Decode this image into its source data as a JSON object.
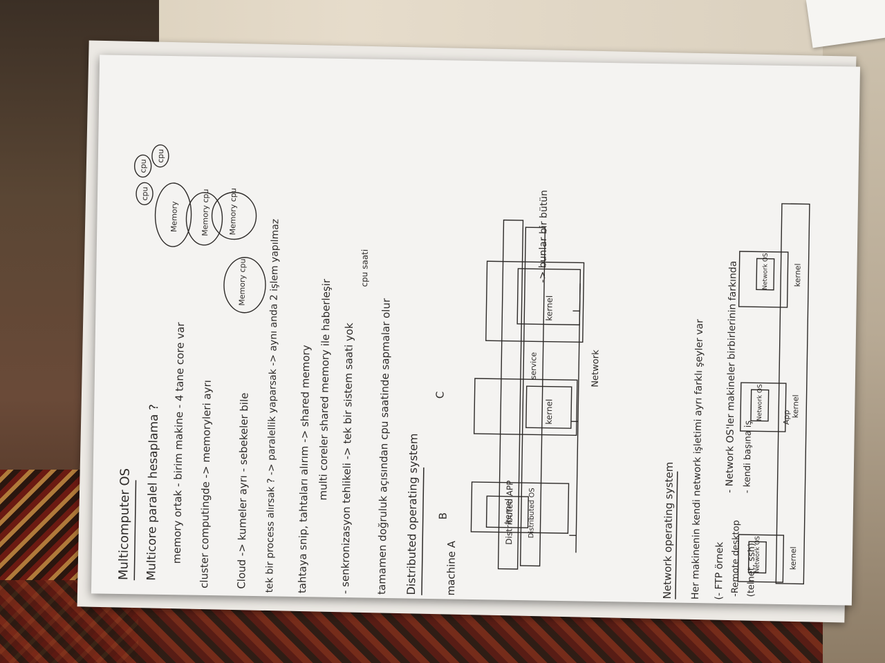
{
  "notes": {
    "title": "Multicomputer OS",
    "line_multicore": "Multicore paralel hesaplama ?",
    "line_memory_shared": "memory ortak - birim makine - 4 tane core var",
    "line_cluster": "cluster computingde -> memoryleri ayrı",
    "line_cloud": "Cloud -> kumeler ayrı - sebekeler bile",
    "line_task": "tek bir process alırsak ? -> paralellik yaparsak -> aynı anda 2 işlem yapılmaz",
    "line_tahtaya": "tahtaya snip, tahtaları alırım -> shared memory",
    "line_multi_cores": "multi coreler shared memory ile haberleşir",
    "line_sync": "- senkronizasyon tehlikeli -> tek bir sistem saati yok",
    "line_cpu_saati": "cpu saati",
    "line_tamamen": "tamamen doğruluk açısından cpu saatinde sapmalar olur",
    "section_distributed": "Distributed operating system",
    "label_machine_a": "machine A",
    "label_b": "B",
    "label_c": "C",
    "label_distributed_app": "Distributed APP",
    "label_distributed_os": "Distributed OS",
    "label_service": "service",
    "label_kernel": "kernel",
    "label_network": "Network",
    "label_bunlar": "-> bunlar bir bütün",
    "section_network": "Network operating system",
    "line_her_makinenin": "Her makinenin kendi network işletimi ayrı farklı şeyler var",
    "line_ftp": "(- FTP örnek",
    "line_remote": "-Remote desktop",
    "line_telnet": "(telnet, ssh)",
    "line_network_os": "- Network OS'ler makineler birbirlerinin farkında",
    "line_kendi": "- kendi başına iş",
    "label_network_os": "Network OS",
    "label_app": "App",
    "bubble_cpu": "cpu",
    "bubble_memory": "Memory",
    "bubble_memory_cpu": "Memory cpu"
  }
}
